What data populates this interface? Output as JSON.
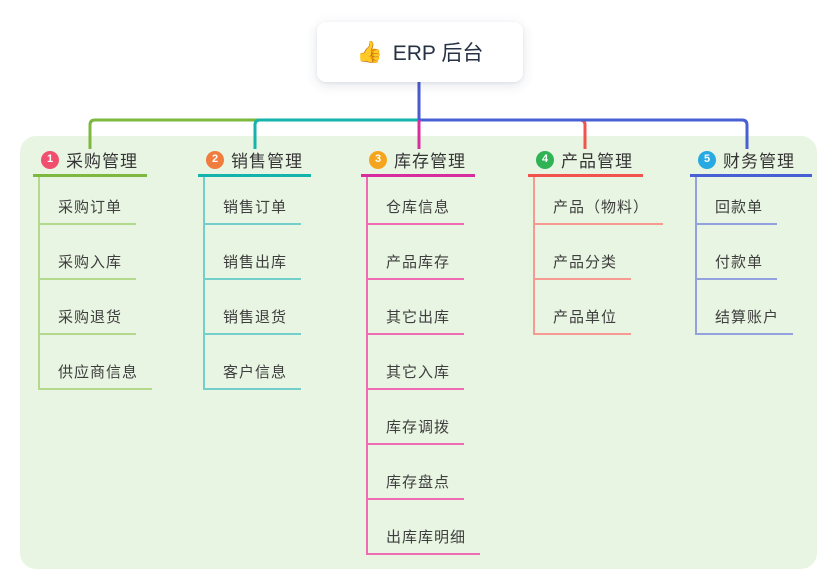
{
  "root": {
    "icon": "👍",
    "label": "ERP 后台"
  },
  "connector": {
    "stem_color": "#4a5ad2"
  },
  "panel_color": "#e9f5e3",
  "branches": [
    {
      "number": "1",
      "label": "采购管理",
      "color": "#7db93e",
      "light_color": "#b5d98c",
      "badge_color": "#f0506e",
      "children": [
        "采购订单",
        "采购入库",
        "采购退货",
        "供应商信息"
      ]
    },
    {
      "number": "2",
      "label": "销售管理",
      "color": "#14b3ab",
      "light_color": "#72cfc9",
      "badge_color": "#f07c3e",
      "children": [
        "销售订单",
        "销售出库",
        "销售退货",
        "客户信息"
      ]
    },
    {
      "number": "3",
      "label": "库存管理",
      "color": "#d62f9d",
      "light_color": "#ef6cb5",
      "badge_color": "#f5a51d",
      "children": [
        "仓库信息",
        "产品库存",
        "其它出库",
        "其它入库",
        "库存调拨",
        "库存盘点",
        "出库库明细"
      ]
    },
    {
      "number": "4",
      "label": "产品管理",
      "color": "#f1544d",
      "light_color": "#f79a91",
      "badge_color": "#2fb355",
      "children": [
        "产品（物料）",
        "产品分类",
        "产品单位"
      ]
    },
    {
      "number": "5",
      "label": "财务管理",
      "color": "#4760d5",
      "light_color": "#93a2de",
      "badge_color": "#29a9e1",
      "children": [
        "回款单",
        "付款单",
        "结算账户"
      ]
    }
  ]
}
